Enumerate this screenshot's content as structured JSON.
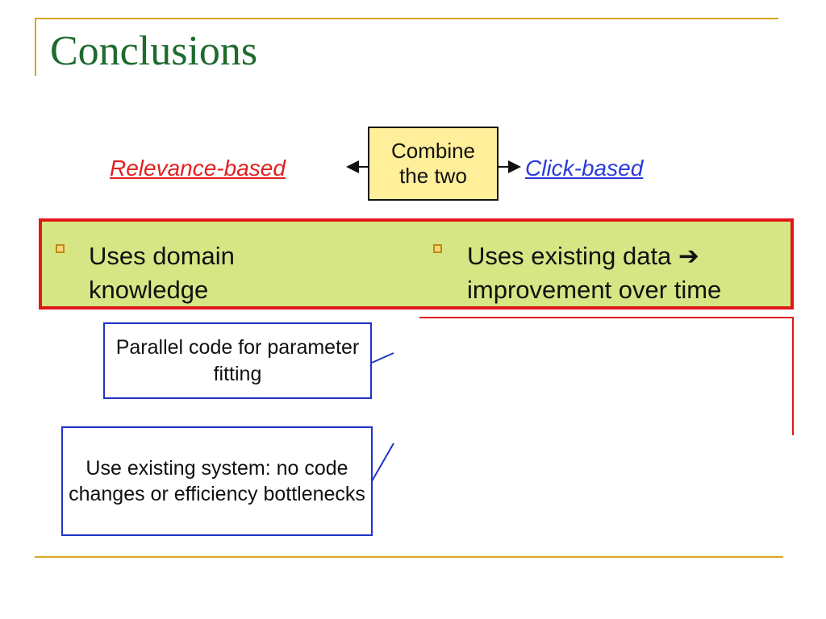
{
  "slide": {
    "title": "Conclusions"
  },
  "diagram": {
    "left_label": "Relevance-based",
    "right_label": "Click-based",
    "center_line1": "Combine",
    "center_line2": "the two"
  },
  "comparison": {
    "left_bullet": "Uses domain knowledge",
    "right_bullet": "Uses existing data ➔ improvement over time"
  },
  "callouts": [
    {
      "text": "Parallel code for parameter fitting"
    },
    {
      "text": "Use existing system: no code changes or efficiency bottlenecks"
    }
  ],
  "colors": {
    "title": "#1e6b2e",
    "relevance": "#e02020",
    "click": "#2a3ad8",
    "accent_rule": "#d9a520",
    "green_fill": "#d6e685",
    "red_border": "#e01818",
    "callout_border": "#2033c8",
    "combine_fill": "#ffee9a"
  }
}
